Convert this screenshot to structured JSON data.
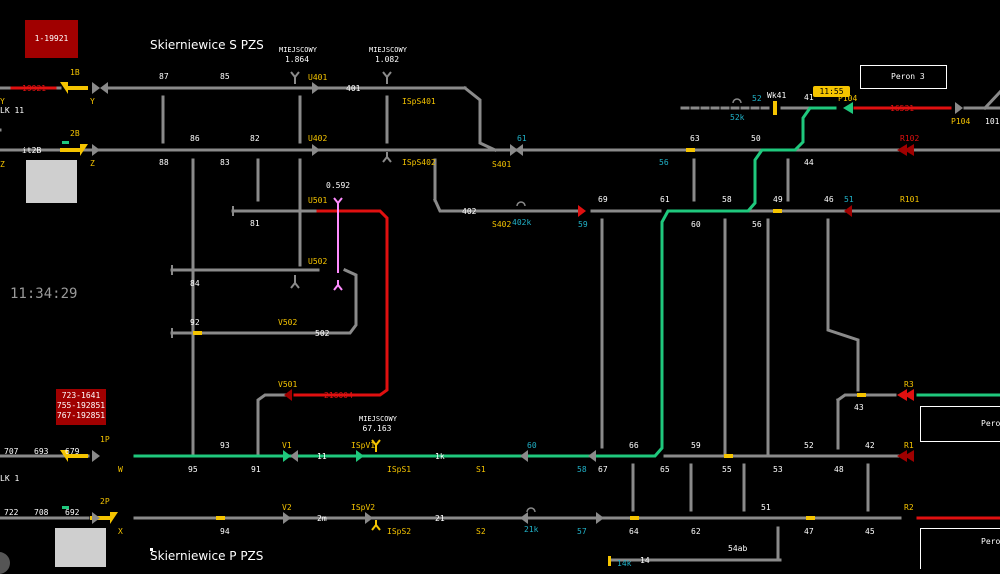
{
  "clock": "11:34:29",
  "titles": {
    "north": "Skierniewice S PZS",
    "south": "Skierniewice P PZS"
  },
  "train_boxes": {
    "top": "1-19921",
    "left": [
      "723-1641",
      "755-192851",
      "767-192851"
    ]
  },
  "peron3": "Peron 3",
  "peron_right": "Peron",
  "chip_time": "11:55",
  "miejscowy": [
    {
      "label": "MIEJSCOWY",
      "value": "1.864"
    },
    {
      "label": "MIEJSCOWY",
      "value": "1.082"
    },
    {
      "label": "MIEJSCOWY",
      "value": "67.163"
    }
  ],
  "value_0592": "0.592",
  "labels": {
    "p_1b": "1B",
    "p_2b": "2B",
    "p_1p": "1P",
    "p_2p": "2P",
    "t19921": "19921",
    "y_left": "Y",
    "lk11": "LK 11",
    "lk1": "LK 1",
    "it2b": "it2B",
    "z_left": "Z",
    "y_sig": "Y",
    "z_sig": "Z",
    "w_sig": "W",
    "x_sig": "X",
    "n87": "87",
    "n85": "85",
    "n86": "86",
    "n82": "82",
    "n88": "88",
    "n83": "83",
    "u401": "U401",
    "u402": "U402",
    "u501": "U501",
    "u502": "U502",
    "n401": "401",
    "isps401": "ISpS401",
    "isps402": "ISpS402",
    "n81": "81",
    "n84": "84",
    "n92": "92",
    "v502": "V502",
    "n502": "502",
    "v501": "V501",
    "t216004": "216004",
    "n402": "402",
    "s401": "S401",
    "s402": "S402",
    "n402k": "402k",
    "n61c": "61",
    "n56c": "56",
    "n59c": "59",
    "n52c": "52",
    "n52k": "52k",
    "wk41": "Wk41",
    "n41": "41",
    "p104": "P104",
    "t16531": "16531",
    "p104b": "P104",
    "n101": "101",
    "n63": "63",
    "n50": "50",
    "r102": "R102",
    "n44": "44",
    "n69": "69",
    "n61": "61",
    "n60": "60",
    "n58": "58",
    "n49": "49",
    "n56": "56",
    "n46": "46",
    "n51c": "51",
    "r101": "R101",
    "r3": "R3",
    "n43": "43",
    "r1": "R1",
    "r2": "R2",
    "n707": "707",
    "n693": "693",
    "n679": "679",
    "n722": "722",
    "n708": "708",
    "n692": "692",
    "n95": "95",
    "n93": "93",
    "n91": "91",
    "v1": "V1",
    "n11": "11",
    "ispv1": "ISpV1",
    "isps1": "ISpS1",
    "n1k": "1k",
    "s1": "S1",
    "n60c": "60",
    "n58c": "58",
    "n67": "67",
    "n66": "66",
    "n65": "65",
    "n59": "59",
    "n55": "55",
    "n53": "53",
    "n52": "52",
    "n48": "48",
    "n42": "42",
    "n94": "94",
    "v2": "V2",
    "n2m": "2m",
    "ispv2": "ISpV2",
    "isps2": "ISpS2",
    "n21": "21",
    "s2": "S2",
    "n21k": "21k",
    "n57c": "57",
    "n64": "64",
    "n62": "62",
    "n51": "51",
    "n47": "47",
    "n45": "45",
    "n54ab": "54ab",
    "n14": "14",
    "n14k": "14k"
  },
  "colors": {
    "track": "#8a8a8a",
    "route": "#1fc87d",
    "occupied": "#e01010",
    "signal_yellow": "#f5c400",
    "label_cyan": "#20b2c8"
  }
}
